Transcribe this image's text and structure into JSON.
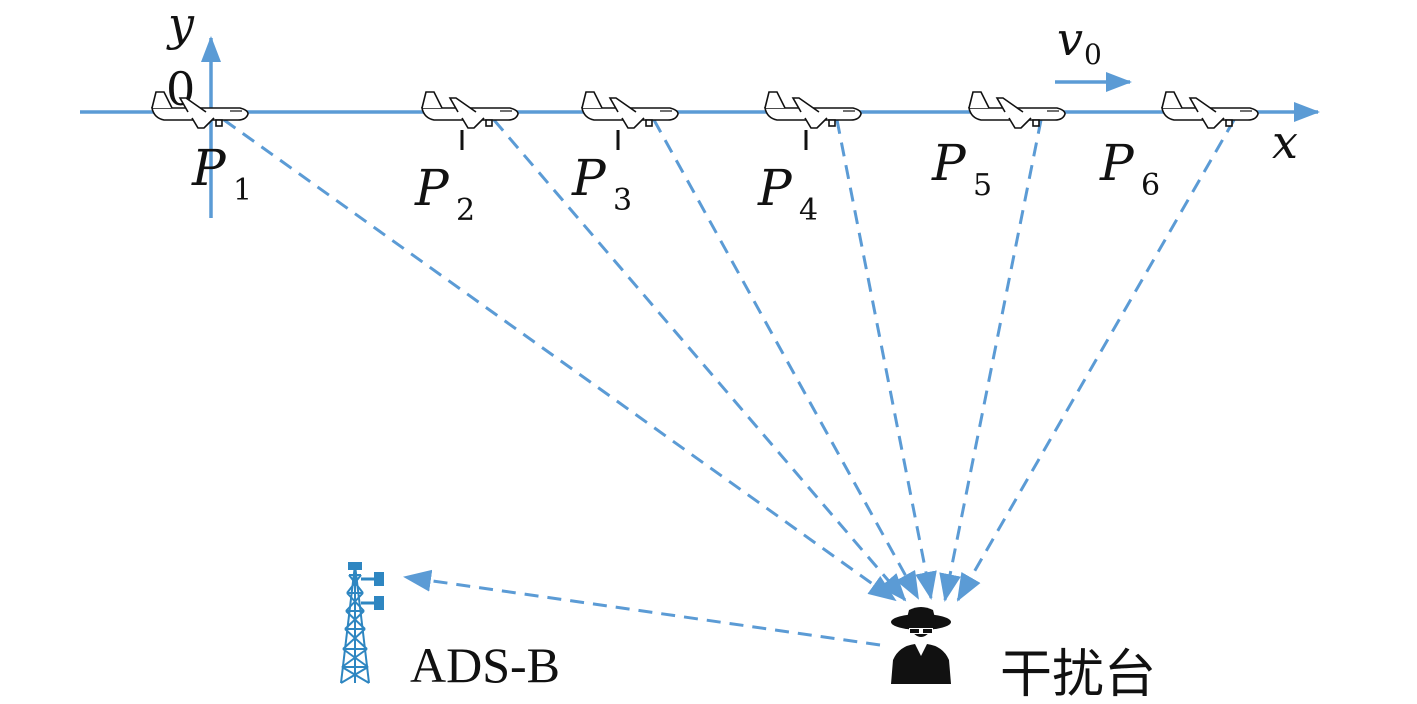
{
  "colors": {
    "blue": "#5b9bd5",
    "black": "#111111",
    "tower": "#2e86c1"
  },
  "axes": {
    "x_label": "x",
    "y_label": "y",
    "origin_label": "0"
  },
  "velocity": {
    "symbol": "v",
    "subscript": "0"
  },
  "aircraft": [
    {
      "symbol": "P",
      "index": "1"
    },
    {
      "symbol": "P",
      "index": "2"
    },
    {
      "symbol": "P",
      "index": "3"
    },
    {
      "symbol": "P",
      "index": "4"
    },
    {
      "symbol": "P",
      "index": "5"
    },
    {
      "symbol": "P",
      "index": "6"
    }
  ],
  "station": {
    "label": "ADS-B",
    "icon": "radio-tower-icon"
  },
  "jammer": {
    "label": "干扰台",
    "icon": "spy-person-icon"
  }
}
